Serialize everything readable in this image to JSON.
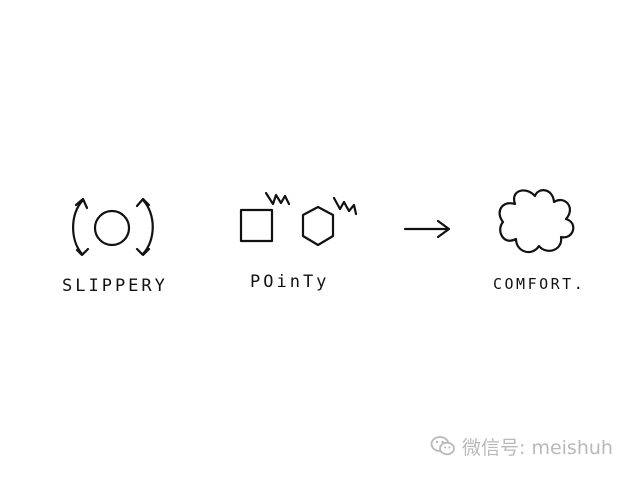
{
  "labels": {
    "slippery": "SLIPPERY",
    "pointy": "POinTy",
    "comfort": "COMFORT."
  },
  "watermark": {
    "icon": "wechat-icon",
    "text": "微信号: meishuh"
  },
  "colors": {
    "ink": "#111111",
    "background": "#ffffff",
    "watermark": "#b9b9b9"
  }
}
